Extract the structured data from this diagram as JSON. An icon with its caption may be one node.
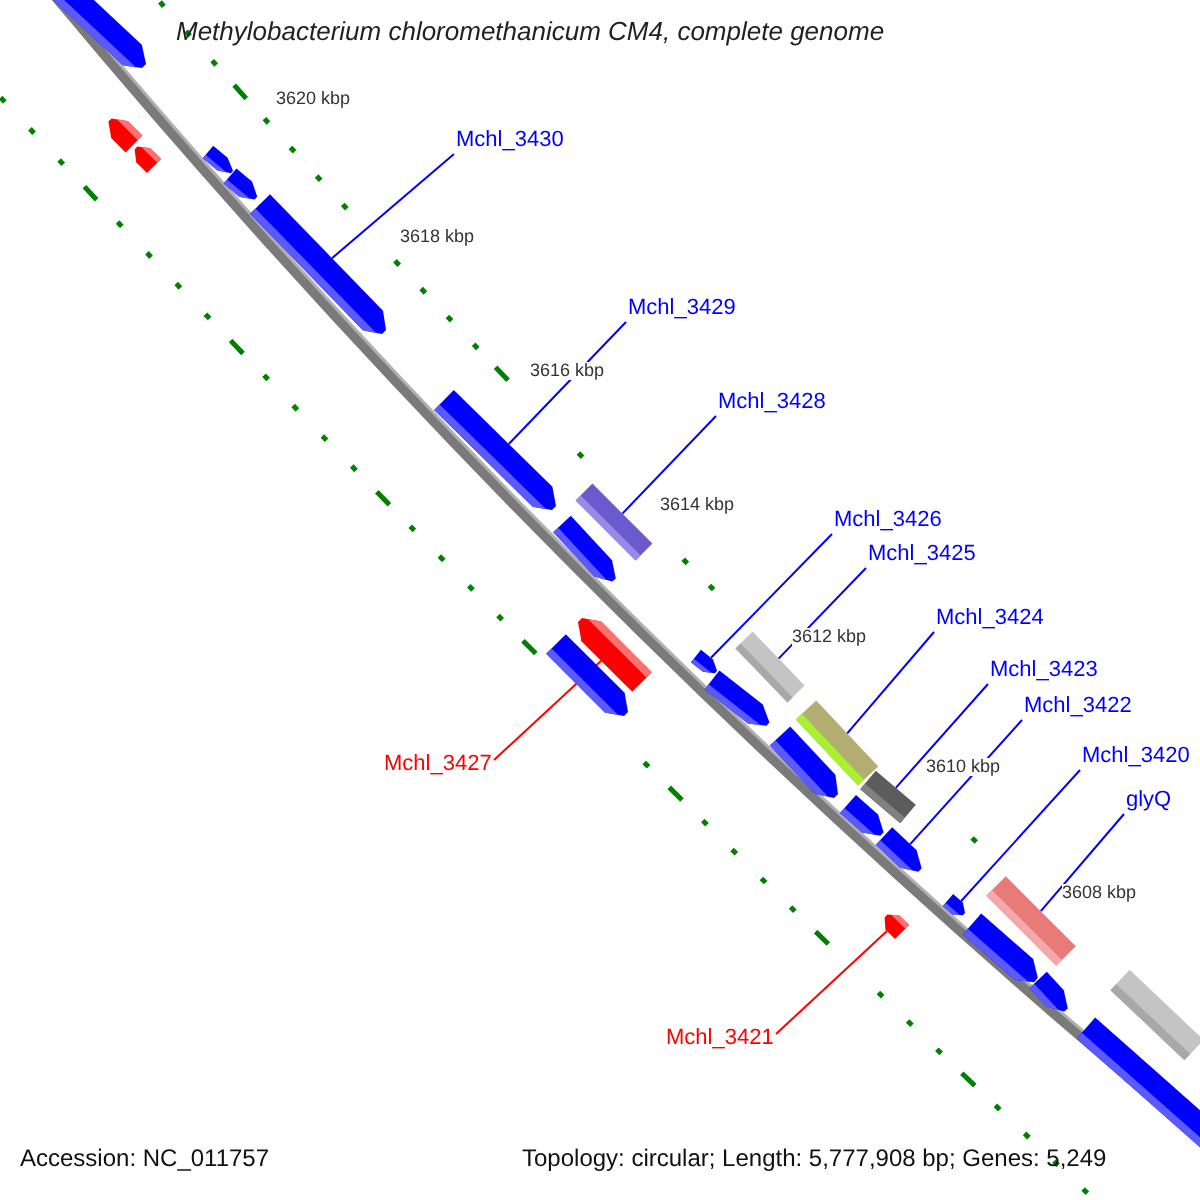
{
  "diagram": {
    "title": "Methylobacterium chloromethanicum CM4, complete genome",
    "nodes": [
      {
        "text": [
          "Mchl_3430"
        ]
      },
      {
        "text": [
          "Mchl_3429"
        ]
      },
      {
        "text": [
          "Mchl_3428"
        ]
      },
      {
        "text": [
          "Mchl_3426"
        ]
      },
      {
        "text": [
          "Mchl_3425"
        ]
      },
      {
        "text": [
          "Mchl_3424"
        ]
      },
      {
        "text": [
          "Mchl_3423"
        ]
      },
      {
        "text": [
          "Mchl_3422"
        ]
      },
      {
        "text": [
          "Mchl_3420"
        ]
      },
      {
        "text": [
          "Mchl_3427"
        ]
      },
      {
        "text": [
          "glyQ"
        ]
      },
      {
        "text": [
          "Mchl_3421"
        ]
      },
      {
        "text": [],
        "shape": "arrow"
      },
      {
        "text": [],
        "shape": "arrow"
      },
      {
        "text": [],
        "shape": "arrow"
      },
      {
        "text": [],
        "shape": "arrow"
      },
      {
        "text": [],
        "shape": "arrow"
      },
      {
        "text": [],
        "shape": "arrow"
      },
      {
        "text": [],
        "shape": "arrow"
      },
      {
        "text": [],
        "shape": "bar"
      },
      {
        "text": [],
        "shape": "arrow"
      },
      {
        "text": [],
        "shape": "arrow"
      },
      {
        "text": [],
        "shape": "arrow"
      },
      {
        "text": [],
        "shape": "bar"
      },
      {
        "text": [],
        "shape": "arrow"
      },
      {
        "text": [],
        "shape": "arrow"
      },
      {
        "text": [],
        "shape": "bar"
      },
      {
        "text": [],
        "shape": "arrow"
      },
      {
        "text": [],
        "shape": "bar"
      },
      {
        "text": [],
        "shape": "arrow"
      },
      {
        "text": [],
        "shape": "arrow"
      },
      {
        "text": [],
        "shape": "arrow"
      },
      {
        "text": [],
        "shape": "bar"
      },
      {
        "text": [],
        "shape": "arrow"
      },
      {
        "text": [],
        "shape": "arrow"
      },
      {
        "text": [],
        "shape": "arrow"
      },
      {
        "text": [],
        "shape": "bar"
      },
      {
        "text": [],
        "shape": "arrow"
      }
    ],
    "edges": [
      {
        "from": 0,
        "to": 17,
        "arrow": "none"
      },
      {
        "from": 1,
        "to": 18,
        "arrow": "none"
      },
      {
        "from": 2,
        "to": 19,
        "arrow": "none"
      },
      {
        "from": 3,
        "to": 22,
        "arrow": "none"
      },
      {
        "from": 4,
        "to": 23,
        "arrow": "none"
      },
      {
        "from": 5,
        "to": 26,
        "arrow": "none"
      },
      {
        "from": 6,
        "to": 28,
        "arrow": "none"
      },
      {
        "from": 7,
        "to": 30,
        "arrow": "none"
      },
      {
        "from": 8,
        "to": 31,
        "arrow": "none"
      },
      {
        "from": 9,
        "to": 21,
        "arrow": "none",
        "color": "#ff0000"
      },
      {
        "from": 10,
        "to": 32,
        "arrow": "none"
      },
      {
        "from": 11,
        "to": 33,
        "arrow": "none",
        "color": "#ff0000"
      }
    ],
    "labels": [
      "3620 kbp",
      "3618 kbp",
      "3616 kbp",
      "3614 kbp",
      "3612 kbp",
      "3610 kbp",
      "3608 kbp",
      "Accession: NC_011757",
      "Topology: circular; Length: 5,777,908 bp; Genes: 5,249"
    ]
  }
}
